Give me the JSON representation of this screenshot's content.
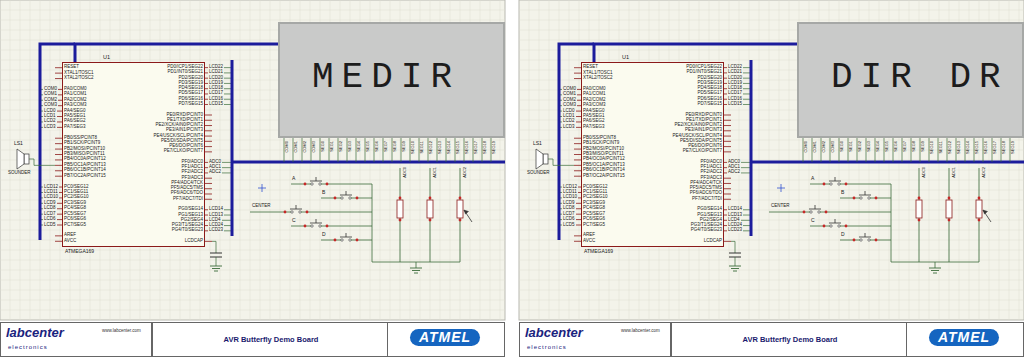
{
  "diagram": {
    "nodes": [
      {
        "text": [
          "U1",
          "ATMEGA169"
        ]
      },
      {
        "text": [
          "MEDIR"
        ]
      },
      {
        "text": [
          "labcenter",
          "electronics",
          "www.labcenter.com"
        ]
      },
      {
        "text": [
          "AVR Butterfly Demo Board"
        ]
      },
      {
        "text": [
          "ATMEL"
        ]
      },
      {
        "text": [
          "U1",
          "ATMEGA169"
        ]
      },
      {
        "text": [
          "DIR DR"
        ]
      },
      {
        "text": [
          "labcenter",
          "electronics",
          "www.labcenter.com"
        ]
      },
      {
        "text": [
          "AVR Butterfly Demo Board"
        ]
      },
      {
        "text": [
          "ATMEL"
        ]
      }
    ],
    "edges": [
      {
        "from": 0,
        "to": 1,
        "arrow": "none"
      },
      {
        "from": 5,
        "to": 6,
        "arrow": "none"
      }
    ],
    "labels": [
      "RESET",
      "XTAL1/TOSC1",
      "XTAL2/TOSC2",
      "PA0/COM0",
      "PA1/COM1",
      "PA2/COM2",
      "PA3/COM3",
      "PA4/SEG0",
      "PA5/SEG1",
      "PA6/SEG2",
      "PA7/SEG3",
      "PB0/SS/PCINT8",
      "PB1/SCK/PCINT9",
      "PB2/MOSI/PCINT10",
      "PB3/MISO/PCINT11",
      "PB4/OC0A/PCINT12",
      "PB5/OC1A/PCINT13",
      "PB6/OC1B/PCINT14",
      "PB7/OC2A/PCINT15",
      "PC0/SEG12",
      "PC1/SEG11",
      "PC2/SEG10",
      "PC3/SEG9",
      "PC4/SEG8",
      "PC5/SEG7",
      "PC6/SEG6",
      "PC7/SEG5",
      "AREF",
      "AVCC",
      "PD0/ICP1/SEG22",
      "PD1/INT0/SEG21",
      "PD2/SEG20",
      "PD3/SEG19",
      "PD4/SEG18",
      "PD5/SEG17",
      "PD6/SEG16",
      "PD7/SEG15",
      "PE0/RXD/PCINT0",
      "PE1/TXD/PCINT1",
      "PE2/XCK/AIN0/PCINT2",
      "PE3/AIN1/PCINT3",
      "PE4/USCK/SCL/PCINT4",
      "PE5/DI/SDA/PCINT5",
      "PE6/DO/PCINT6",
      "PE7/CLKO/PCINT7",
      "PF0/ADC0",
      "PF1/ADC1",
      "PF2/ADC2",
      "PF3/ADC3",
      "PF4/ADC4/TCK",
      "PF5/ADC5/TMS",
      "PF6/ADC6/TDO",
      "PF7/ADC7/TDI",
      "PG0/SEG14",
      "PG1/SEG13",
      "PG2/SEG4",
      "PG3/T1/SEG24",
      "PG4/T0/SEG23",
      "LCDCAP",
      "COM0",
      "COM1",
      "COM2",
      "COM3",
      "SEG0",
      "SEG1",
      "SEG2",
      "SEG3",
      "SEG4",
      "SEG5",
      "SEG6",
      "SEG7",
      "SEG8",
      "SEG9",
      "SEG10",
      "SEG11",
      "SEG12",
      "SEG13",
      "SEG14",
      "SEG15",
      "SEG16",
      "SEG17",
      "SEG18",
      "SEG19",
      "COM0",
      "COM1",
      "COM2",
      "COM3",
      "LCD0",
      "LCD1",
      "LCD2",
      "LCD3",
      "LCD12",
      "LCD11",
      "LCD10",
      "LCD9",
      "LCD8",
      "LCD7",
      "LCD6",
      "LCD5",
      "LCD22",
      "LCD21",
      "LCD20",
      "LCD19",
      "LCD18",
      "LCD17",
      "LCD16",
      "LCD15",
      "ADC0",
      "ADC1",
      "ADC2",
      "LCD14",
      "LCD13",
      "LCD4",
      "LCD24",
      "LCD23",
      "LS1",
      "SOUNDER",
      "CENTER",
      "A",
      "B",
      "C",
      "D",
      "ADC0",
      "ADC1",
      "ADC2",
      "RESET",
      "XTAL1/TOSC1",
      "XTAL2/TOSC2",
      "PA0/COM0",
      "PA1/COM1",
      "PA2/COM2",
      "PA3/COM3",
      "PA4/SEG0",
      "PA5/SEG1",
      "PA6/SEG2",
      "PA7/SEG3",
      "PB0/SS/PCINT8",
      "PB1/SCK/PCINT9",
      "PB2/MOSI/PCINT10",
      "PB3/MISO/PCINT11",
      "PB4/OC0A/PCINT12",
      "PB5/OC1A/PCINT13",
      "PB6/OC1B/PCINT14",
      "PB7/OC2A/PCINT15",
      "PC0/SEG12",
      "PC1/SEG11",
      "PC2/SEG10",
      "PC3/SEG9",
      "PC4/SEG8",
      "PC5/SEG7",
      "PC6/SEG6",
      "PC7/SEG5",
      "AREF",
      "AVCC",
      "PD0/ICP1/SEG22",
      "PD1/INT0/SEG21",
      "PD2/SEG20",
      "PD3/SEG19",
      "PD4/SEG18",
      "PD5/SEG17",
      "PD6/SEG16",
      "PD7/SEG15",
      "PE0/RXD/PCINT0",
      "PE1/TXD/PCINT1",
      "PE2/XCK/AIN0/PCINT2",
      "PE3/AIN1/PCINT3",
      "PE4/USCK/SCL/PCINT4",
      "PE5/DI/SDA/PCINT5",
      "PE6/DO/PCINT6",
      "PE7/CLKO/PCINT7",
      "PF0/ADC0",
      "PF1/ADC1",
      "PF2/ADC2",
      "PF3/ADC3",
      "PF4/ADC4/TCK",
      "PF5/ADC5/TMS",
      "PF6/ADC6/TDO",
      "PF7/ADC7/TDI",
      "PG0/SEG14",
      "PG1/SEG13",
      "PG2/SEG4",
      "PG3/T1/SEG24",
      "PG4/T0/SEG23",
      "LCDCAP",
      "COM0",
      "COM1",
      "COM2",
      "COM3",
      "SEG0",
      "SEG1",
      "SEG2",
      "SEG3",
      "SEG4",
      "SEG5",
      "SEG6",
      "SEG7",
      "SEG8",
      "SEG9",
      "SEG10",
      "SEG11",
      "SEG12",
      "SEG13",
      "SEG14",
      "SEG15",
      "SEG16",
      "SEG17",
      "SEG18",
      "SEG19",
      "COM0",
      "COM1",
      "COM2",
      "COM3",
      "LCD0",
      "LCD1",
      "LCD2",
      "LCD3",
      "LCD12",
      "LCD11",
      "LCD10",
      "LCD9",
      "LCD8",
      "LCD7",
      "LCD6",
      "LCD5",
      "LCD22",
      "LCD21",
      "LCD20",
      "LCD19",
      "LCD18",
      "LCD17",
      "LCD16",
      "LCD15",
      "ADC0",
      "ADC1",
      "ADC2",
      "LCD14",
      "LCD13",
      "LCD4",
      "LCD24",
      "LCD23",
      "LS1",
      "SOUNDER",
      "CENTER",
      "A",
      "B",
      "C",
      "D",
      "ADC0",
      "ADC1",
      "ADC2"
    ]
  }
}
